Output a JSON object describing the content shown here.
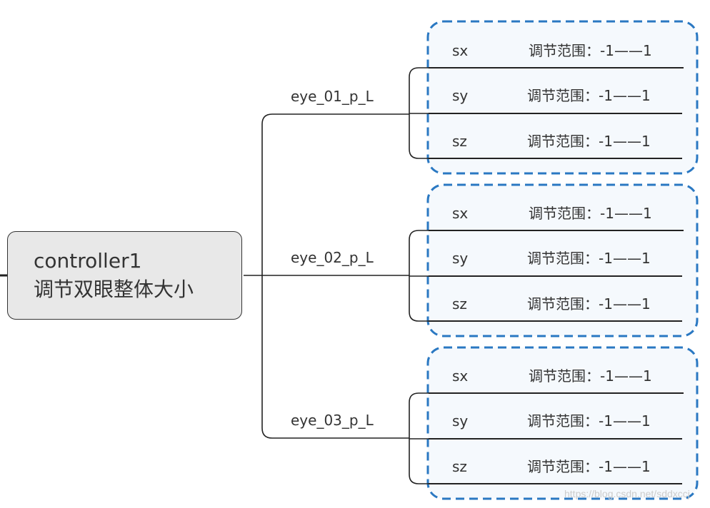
{
  "root": {
    "line1": "controller1",
    "line2": "调节双眼整体大小"
  },
  "branches": [
    {
      "label": "eye_01_p_L",
      "rows": [
        {
          "axis": "sx",
          "range": "调节范围：-1——1"
        },
        {
          "axis": "sy",
          "range": "调节范围：-1——1"
        },
        {
          "axis": "sz",
          "range": "调节范围：-1——1"
        }
      ]
    },
    {
      "label": "eye_02_p_L",
      "rows": [
        {
          "axis": "sx",
          "range": "调节范围：-1——1"
        },
        {
          "axis": "sy",
          "range": "调节范围：-1——1"
        },
        {
          "axis": "sz",
          "range": "调节范围：-1——1"
        }
      ]
    },
    {
      "label": "eye_03_p_L",
      "rows": [
        {
          "axis": "sx",
          "range": "调节范围：-1——1"
        },
        {
          "axis": "sy",
          "range": "调节范围：-1——1"
        },
        {
          "axis": "sz",
          "range": "调节范围：-1——1"
        }
      ]
    }
  ],
  "colors": {
    "boundary": "#2a78c2",
    "boundary_fill": "#f5f9fd",
    "line": "#222222",
    "root_fill": "#e8e8e8"
  },
  "watermark": "https://blog.csdn.net/sddxccj"
}
